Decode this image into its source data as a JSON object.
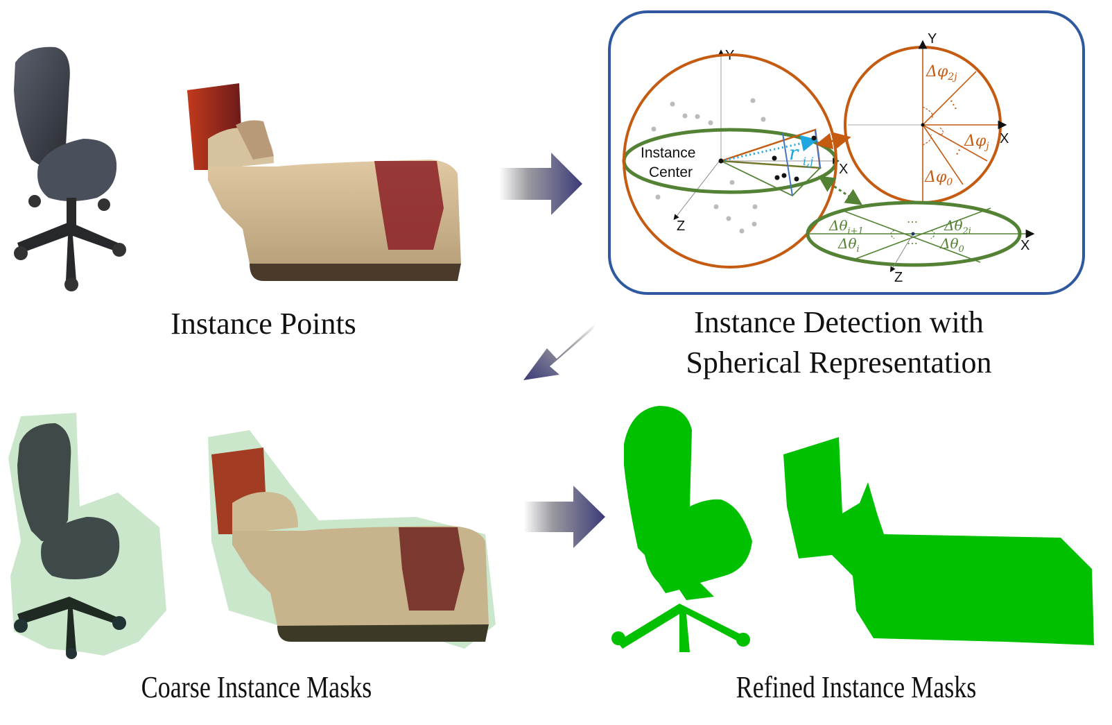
{
  "figure": {
    "panels": {
      "instance_points": {
        "caption": "Instance Points",
        "objects": [
          "office-chair",
          "bed"
        ]
      },
      "instance_detection": {
        "caption_line1": "Instance Detection with",
        "caption_line2": "Spherical Representation",
        "sphere": {
          "center_label_line1": "Instance",
          "center_label_line2": "Center",
          "axis_y": "Y",
          "axis_x": "X",
          "axis_z": "Z",
          "radius_label": "r",
          "radius_subscript": "i,j"
        },
        "azimuth_circle": {
          "axis_y": "Y",
          "axis_x": "X",
          "labels": [
            {
              "base": "Δφ",
              "sub": "2j"
            },
            {
              "base": "Δφ",
              "sub": "j"
            },
            {
              "base": "Δφ",
              "sub": "0"
            }
          ],
          "ellipsis": "⋯"
        },
        "elevation_ellipse": {
          "axis_x": "X",
          "axis_z": "Z",
          "labels": [
            {
              "base": "Δθ",
              "sub": "i+1"
            },
            {
              "base": "Δθ",
              "sub": "i"
            },
            {
              "base": "Δθ",
              "sub": "2i"
            },
            {
              "base": "Δθ",
              "sub": "0"
            }
          ],
          "ellipsis": "⋯"
        }
      },
      "coarse_masks": {
        "caption": "Coarse Instance Masks",
        "objects": [
          "office-chair",
          "bed"
        ]
      },
      "refined_masks": {
        "caption": "Refined Instance Masks",
        "objects": [
          "office-chair",
          "bed"
        ]
      }
    },
    "colors": {
      "box_border": "#2e58a0",
      "sphere_orange": "#c55a11",
      "ellipse_green": "#548235",
      "radius_blue": "#1fa5e0",
      "slice_blue": "#4472c4",
      "arrow_dark": "#3b3a78",
      "mask_green": "#00c000",
      "coarse_mask_green": "#6ab96a"
    }
  }
}
